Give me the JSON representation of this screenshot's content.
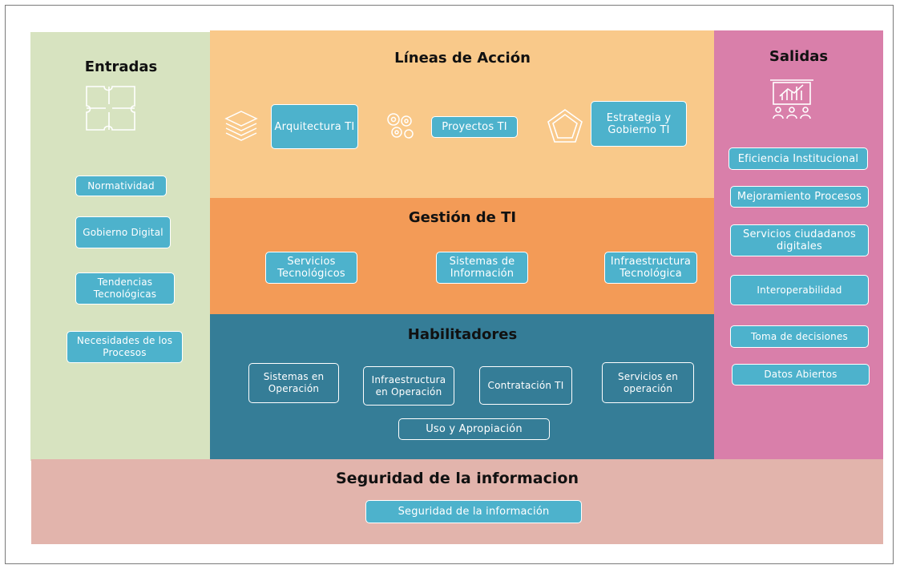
{
  "entradas": {
    "title": "Entradas",
    "items": [
      "Normatividad",
      "Gobierno Digital",
      "Tendencias Tecnológicas",
      "Necesidades de los Procesos"
    ]
  },
  "lineas": {
    "title": "Líneas de Acción",
    "items": [
      "Arquitectura TI",
      "Proyectos TI",
      "Estrategia y Gobierno TI"
    ]
  },
  "gestion": {
    "title": "Gestión de TI",
    "items": [
      "Servicios Tecnológicos",
      "Sistemas de Información",
      "Infraestructura Tecnológica"
    ]
  },
  "habilitadores": {
    "title": "Habilitadores",
    "items": [
      "Sistemas en Operación",
      "Infraestructura en Operación",
      "Contratación TI",
      "Servicios en operación",
      "Uso y Apropiación"
    ]
  },
  "salidas": {
    "title": "Salidas",
    "items": [
      "Eficiencia Institucional",
      "Mejoramiento Procesos",
      "Servicios ciudadanos digitales",
      "Interoperabilidad",
      "Toma de decisiones",
      "Datos Abiertos"
    ]
  },
  "seguridad": {
    "title": "Seguridad de la informacion",
    "item": "Seguridad de la información"
  },
  "icons": [
    "puzzle-icon",
    "layers-icon",
    "gears-icon",
    "pentagon-icon",
    "presentation-icon"
  ],
  "colors": {
    "entradas": "#d7e3c0",
    "lineas": "#f9c98a",
    "gestion": "#f39b57",
    "habilitadores": "#357d97",
    "salidas": "#d97faa",
    "seguridad": "#e2b4ac",
    "box": "#4db2cc"
  }
}
